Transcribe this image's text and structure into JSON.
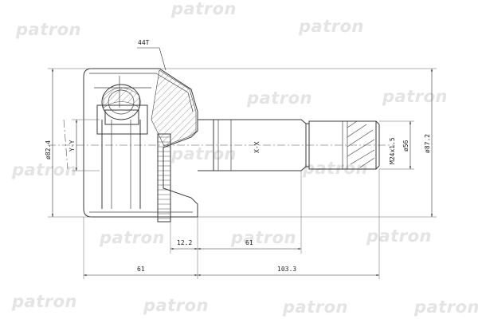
{
  "watermark": "patron",
  "labels": {
    "teeth": "44T",
    "axis_y": "Y-Y",
    "axis_x": "X-X",
    "thread": "M24x1.5",
    "dia_left": "ø82.4",
    "dia_mid": "ø56",
    "dia_right": "ø87.2",
    "len_a": "12.2",
    "len_b": "61",
    "len_c": "61",
    "len_d": "103.3"
  }
}
